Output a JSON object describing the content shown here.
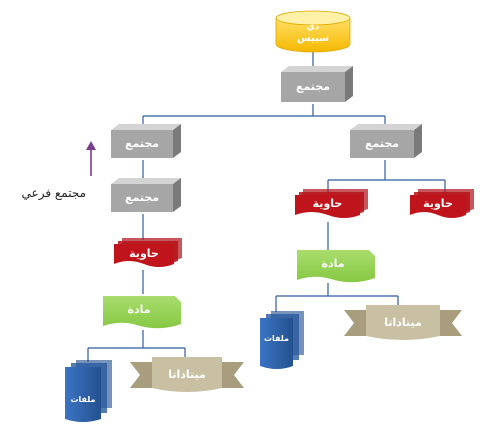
{
  "nodes": {
    "root_line1": "دي",
    "root_line2": "سبيس",
    "community_top": "مجتمع",
    "community_left": "مجتمع",
    "community_right": "مجتمع",
    "community_sub": "مجتمع",
    "collection_left": "حاوية",
    "collection_right_a": "حاوية",
    "collection_right_b": "حاوية",
    "item_left": "مادة",
    "item_right": "مادة",
    "files_left": "ملفات",
    "files_right": "ملفات",
    "metadata_left": "ميتاداتا",
    "metadata_right": "ميتاداتا"
  },
  "side_label": "مجتمع فرعي",
  "colors": {
    "root_fill": "#f5c200",
    "community_front": "#a6a6a6",
    "community_top": "#d4d4d4",
    "community_side": "#7a7a7a",
    "collection": "#c0141c",
    "item": "#8fd14f",
    "files": "#2f64b0",
    "metadata": "#c9c0a3",
    "connector": "#2f5d9e",
    "arrow": "#7a3e8f"
  }
}
